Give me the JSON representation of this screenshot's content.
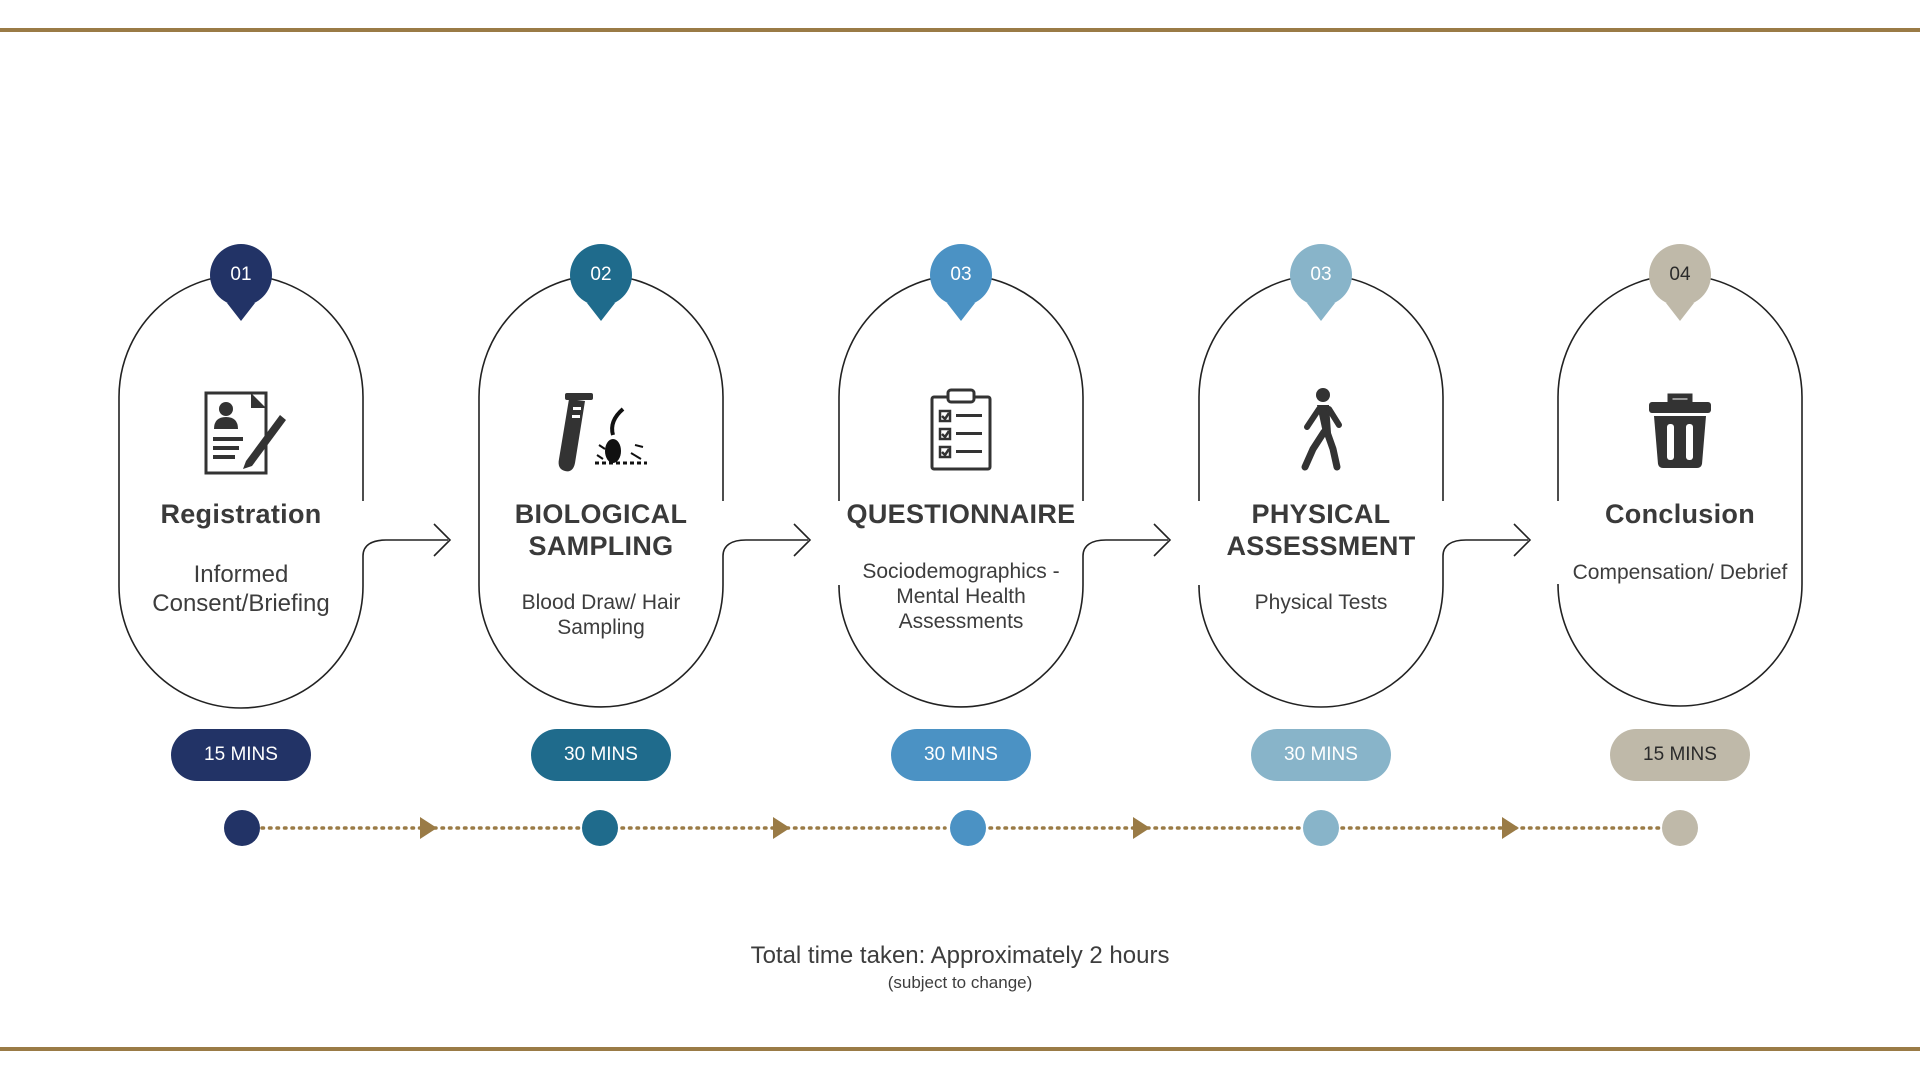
{
  "steps": [
    {
      "number": "01",
      "title": "Registration",
      "description": "Informed Consent/Briefing",
      "duration": "15 MINS",
      "color": "#223366",
      "icon": "registration-form-icon"
    },
    {
      "number": "02",
      "title": "BIOLOGICAL SAMPLING",
      "description": "Blood Draw/ Hair Sampling",
      "duration": "30 MINS",
      "color": "#1f6b8c",
      "icon": "test-tube-hair-icon"
    },
    {
      "number": "03",
      "title": "QUESTIONNAIRE",
      "description": "Sociodemographics - Mental Health Assessments",
      "duration": "30 MINS",
      "color": "#4b92c4",
      "icon": "clipboard-checklist-icon"
    },
    {
      "number": "03",
      "title": "PHYSICAL ASSESSMENT",
      "description": "Physical Tests",
      "duration": "30 MINS",
      "color": "#88b4c9",
      "icon": "walking-person-icon"
    },
    {
      "number": "04",
      "title": "Conclusion",
      "description": "Compensation/ Debrief",
      "duration": "15 MINS",
      "color": "#bfb9a9",
      "icon": "trash-bin-icon"
    }
  ],
  "colors": {
    "rule": "#9a7b46",
    "timeline": "#9a7b46",
    "outline": "#222222"
  },
  "footer": {
    "total": "Total time taken: Approximately 2 hours",
    "note": "(subject to change)"
  }
}
